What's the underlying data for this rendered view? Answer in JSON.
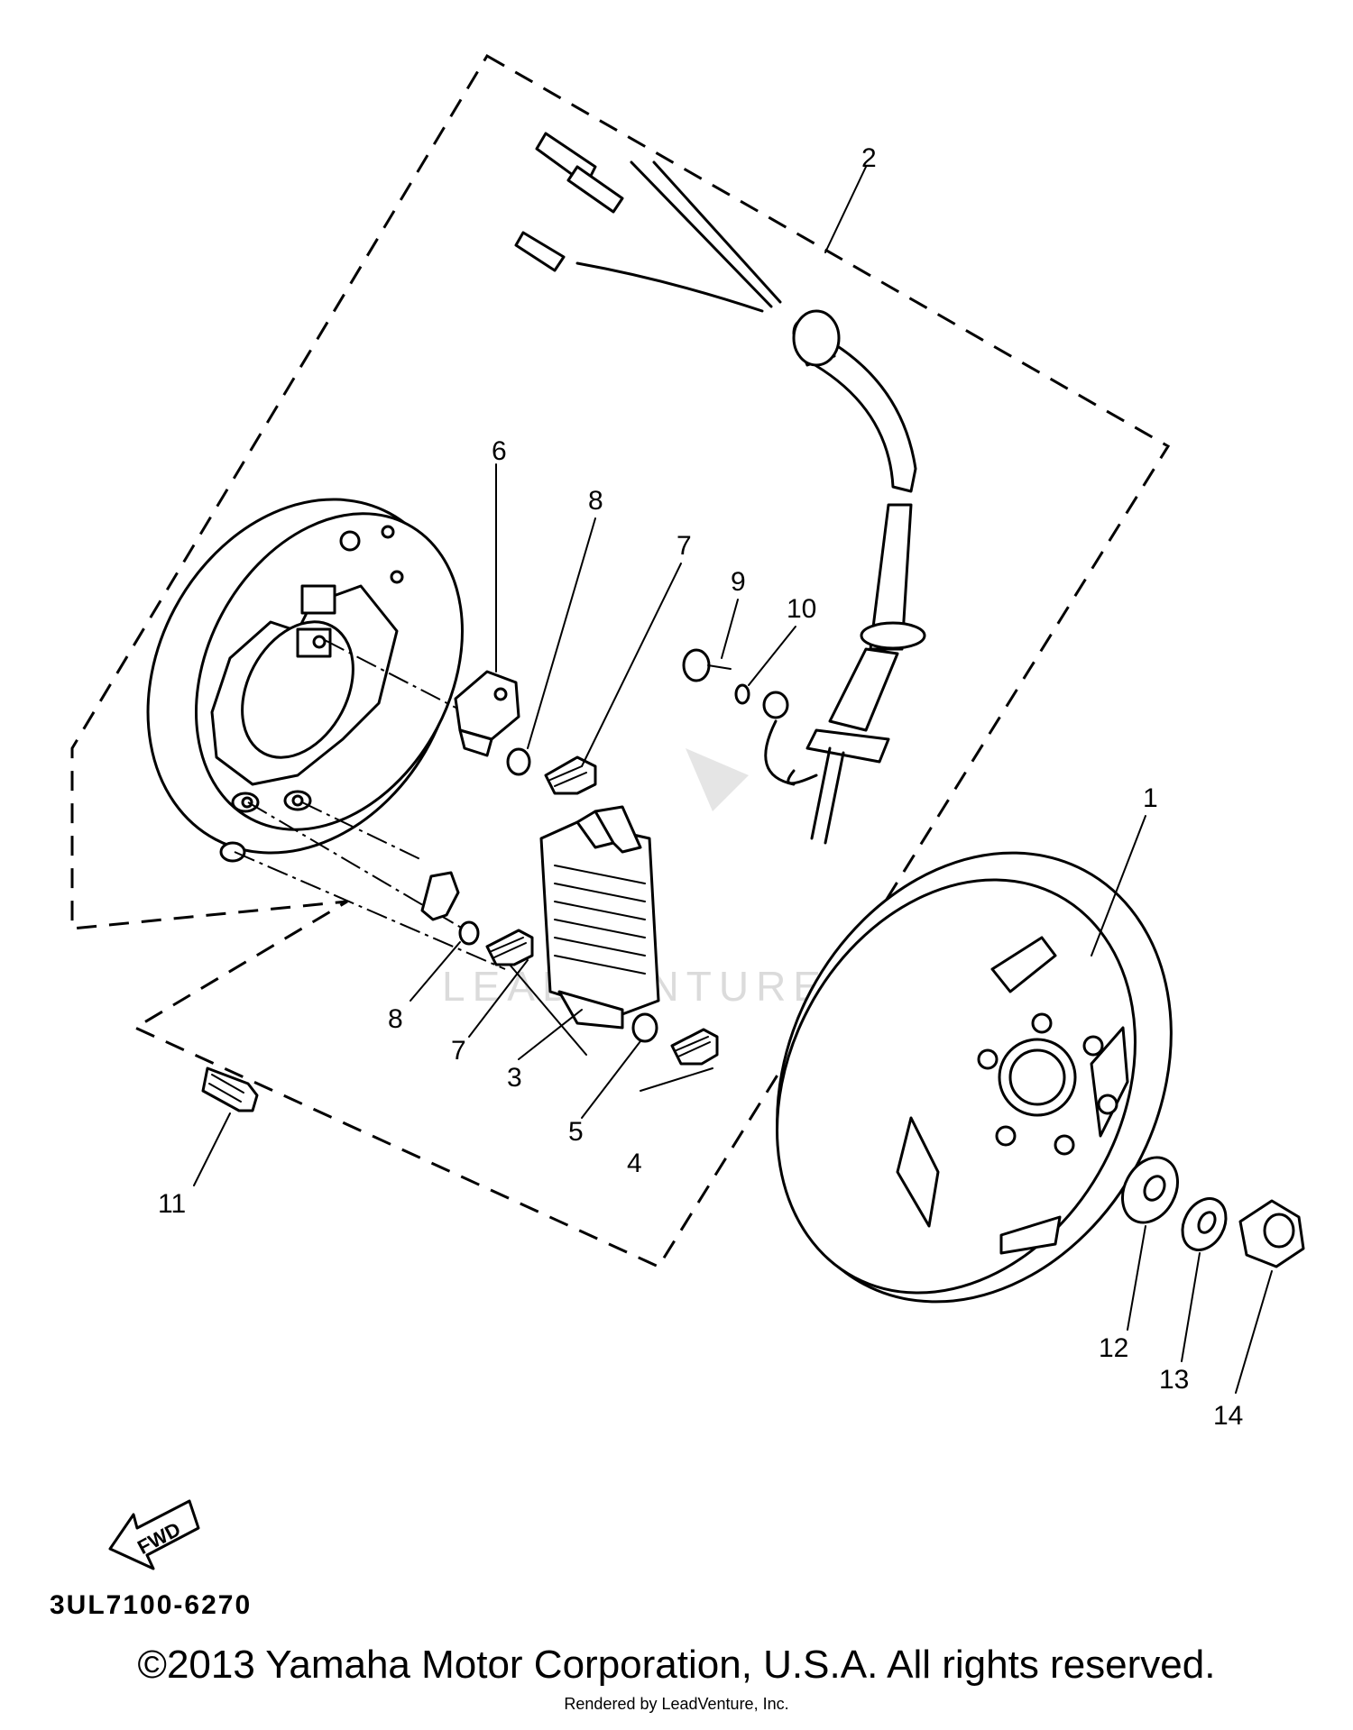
{
  "diagram": {
    "part_code": "3UL7100-6270",
    "fwd_label": "FWD",
    "watermark": "LEADVENTURE",
    "callouts": {
      "c1": "1",
      "c2": "2",
      "c3": "3",
      "c4": "4",
      "c5": "5",
      "c6": "6",
      "c7a": "7",
      "c7b": "7",
      "c8a": "8",
      "c8b": "8",
      "c9": "9",
      "c10": "10",
      "c11": "11",
      "c12": "12",
      "c13": "13",
      "c14": "14"
    }
  },
  "footer": {
    "copyright": "©2013 Yamaha Motor Corporation, U.S.A. All rights reserved.",
    "rendered_by": "Rendered by LeadVenture, Inc."
  }
}
